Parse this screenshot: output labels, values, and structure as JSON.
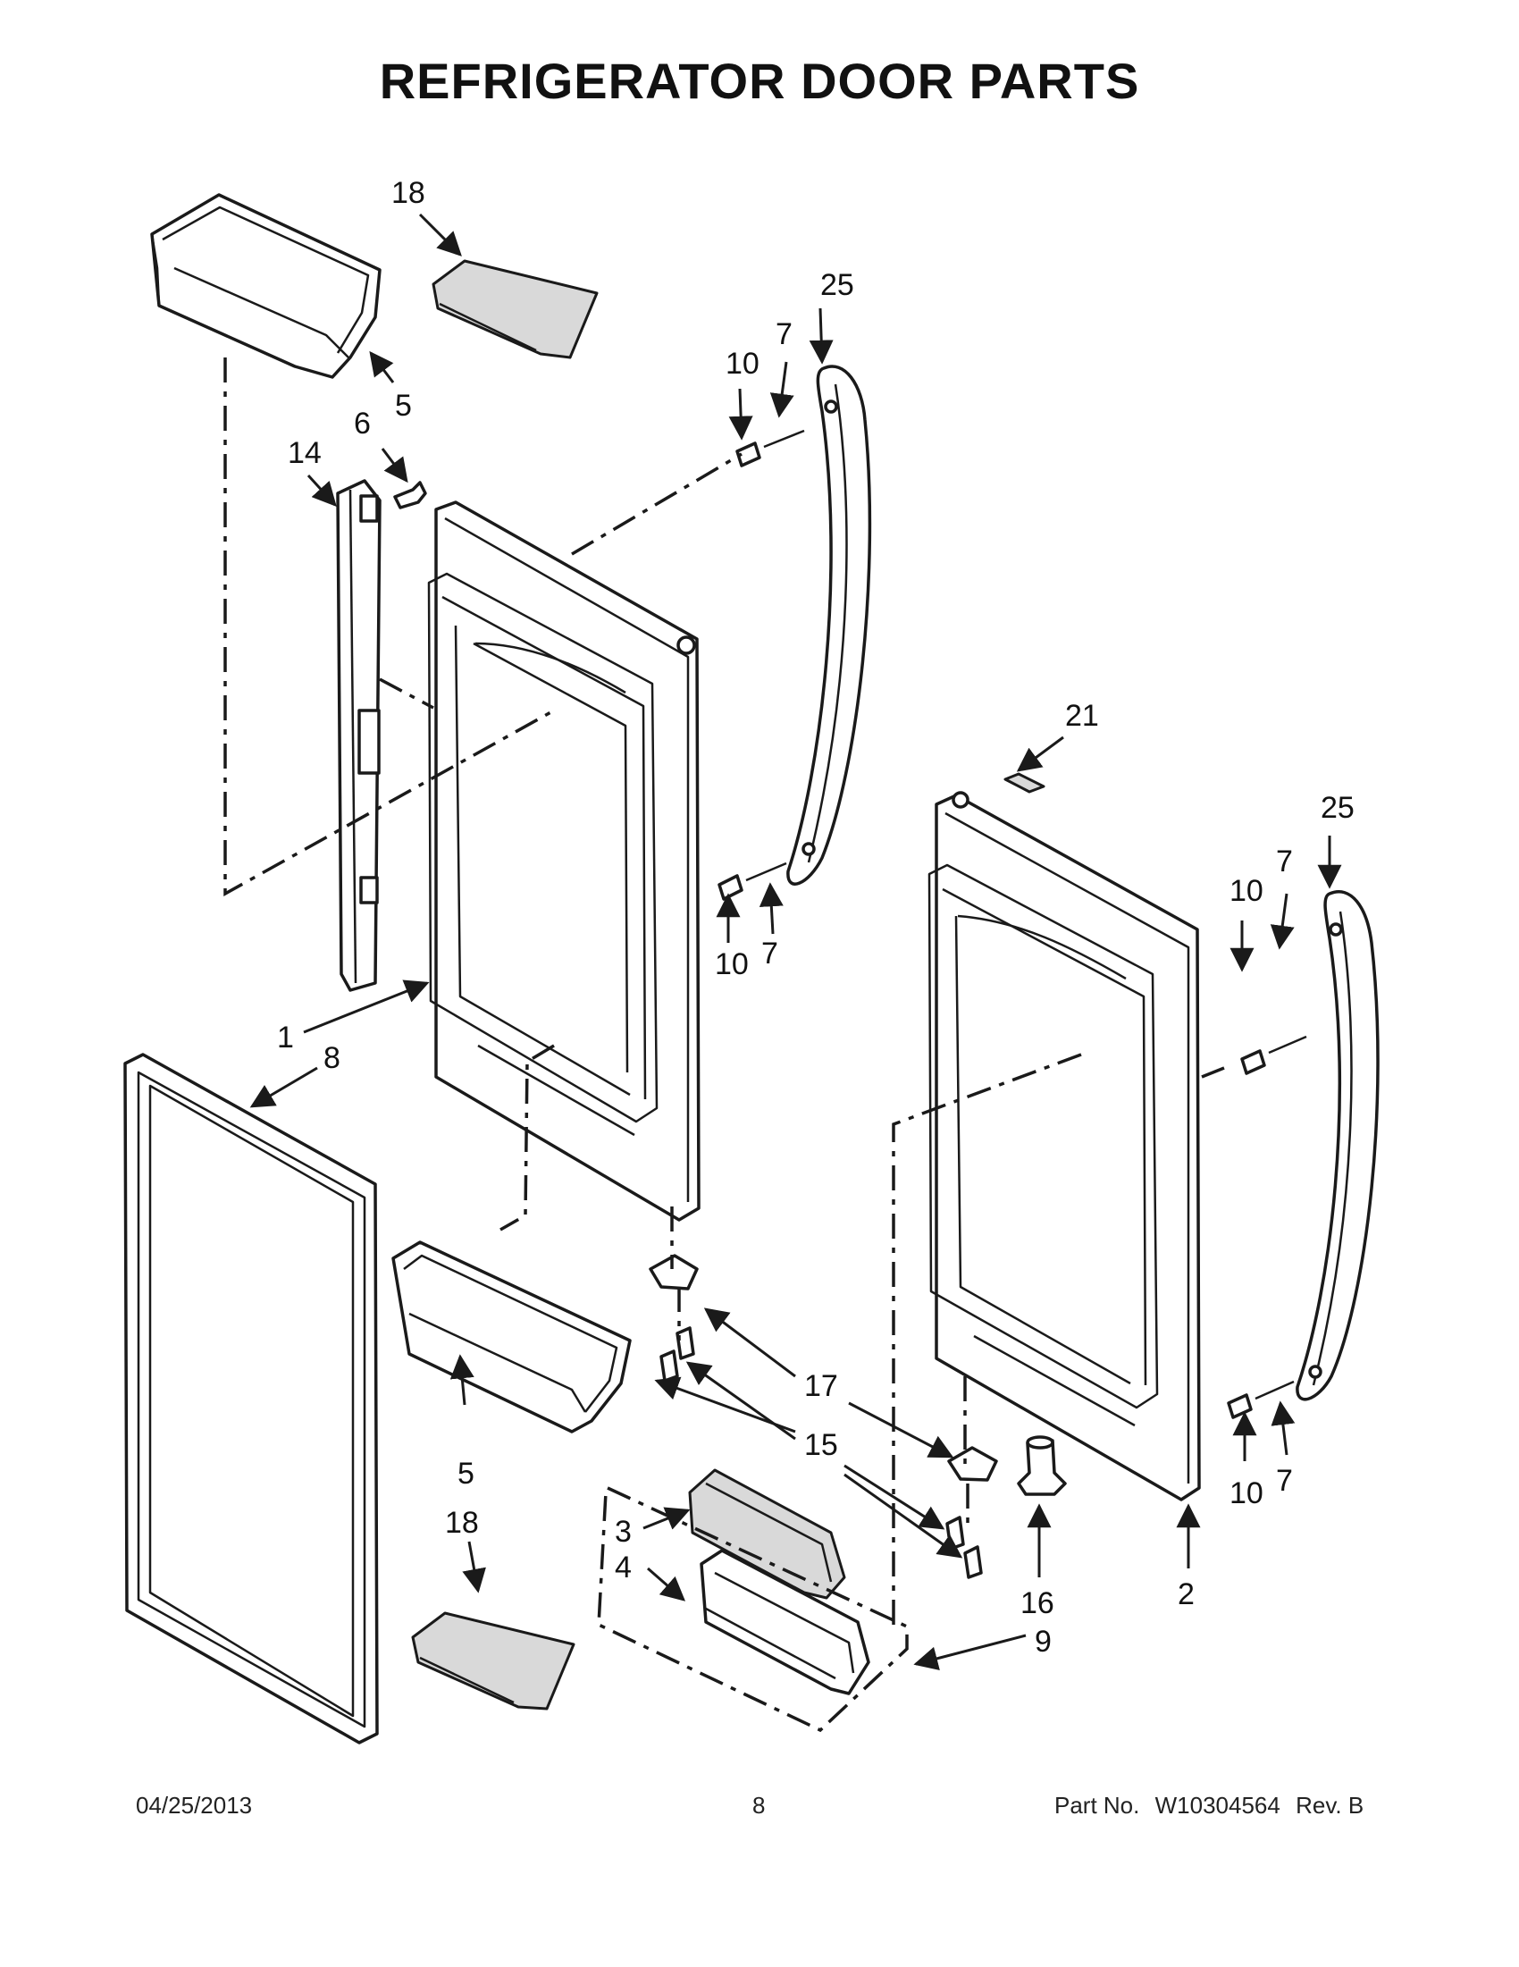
{
  "title": "REFRIGERATOR DOOR PARTS",
  "callouts": {
    "c18a": "18",
    "c25a": "25",
    "c7a": "7",
    "c10a": "10",
    "c5a": "5",
    "c6": "6",
    "c14": "14",
    "c21": "21",
    "c25b": "25",
    "c7b": "7",
    "c10b": "10",
    "c10c": "10",
    "c7c": "7",
    "c1": "1",
    "c8": "8",
    "c17": "17",
    "c15": "15",
    "c5b": "5",
    "c18b": "18",
    "c3": "3",
    "c4": "4",
    "c16": "16",
    "c2": "2",
    "c9": "9",
    "c10d": "10",
    "c7d": "7"
  },
  "footer": {
    "date": "04/25/2013",
    "page": "8",
    "part_label": "Part No.",
    "part_number": "W10304564",
    "rev": "Rev. B"
  }
}
